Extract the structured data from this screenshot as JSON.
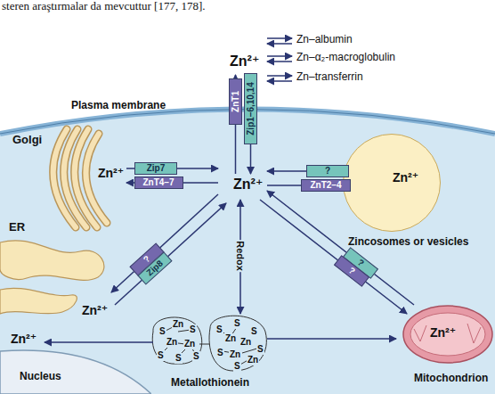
{
  "diagram": {
    "nodes": [
      {
        "text": [
          "Golgi",
          "Zn²⁺"
        ]
      },
      {
        "text": [
          "ZnT1"
        ]
      },
      {
        "text": [
          "Zip1–6,10,14"
        ]
      },
      {
        "text": [
          "Zip7"
        ]
      },
      {
        "text": [
          "ZnT4–7"
        ]
      },
      {
        "text": [
          "Zn²⁺",
          "Zincosomes or vesicles"
        ]
      },
      {
        "text": [
          "?"
        ]
      },
      {
        "text": [
          "ZnT2–4"
        ]
      },
      {
        "text": [
          "ER",
          "Zn²⁺"
        ]
      },
      {
        "text": [
          "?"
        ]
      },
      {
        "text": [
          "Zip8"
        ]
      },
      {
        "text": [
          "Metallothionein"
        ]
      },
      {
        "text": [
          "Zn²⁺",
          "Mitochondrion"
        ]
      },
      {
        "text": [
          "?"
        ]
      },
      {
        "text": [
          "?"
        ]
      },
      {
        "text": [
          "Zn²⁺",
          "Nucleus"
        ]
      }
    ],
    "edges": [
      {
        "from": 11,
        "to": 12,
        "arrow": "to"
      }
    ],
    "labels": [
      "steren araştırmalar da mevcuttur [177, 178].",
      "Zn²⁺",
      "Zn–albumin",
      "Zn–α₂-macroglobulin",
      "Zn–transferrin",
      "Plasma membrane",
      "Zn²⁺",
      "Redox",
      "S",
      "Zn",
      "S",
      "Zn",
      "Zn",
      "S",
      "S",
      "S",
      "S",
      "S",
      "Zn",
      "S",
      "Zn",
      "S",
      "Zn",
      "S",
      "Zn",
      "S"
    ]
  }
}
